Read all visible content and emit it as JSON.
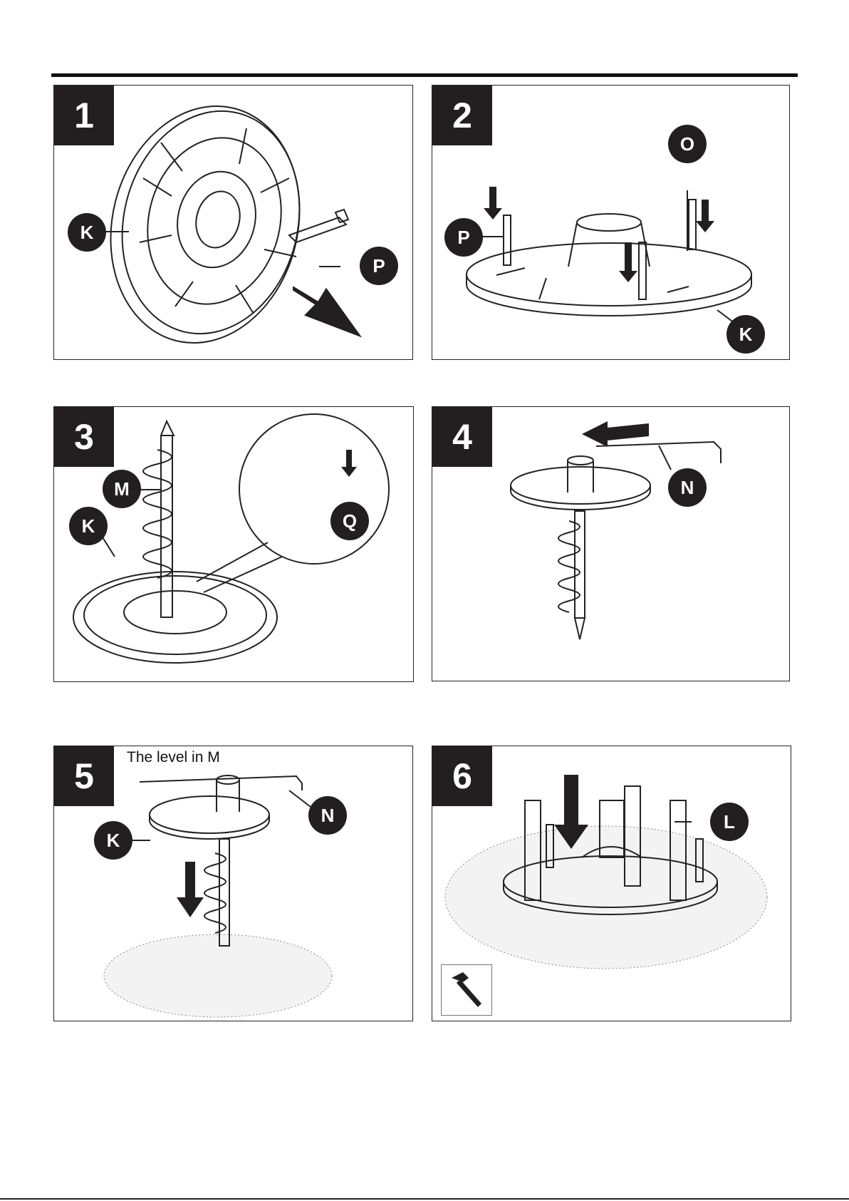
{
  "steps": [
    {
      "number": "1",
      "callouts": [
        "K",
        "P"
      ]
    },
    {
      "number": "2",
      "callouts": [
        "O",
        "P",
        "K"
      ]
    },
    {
      "number": "3",
      "callouts": [
        "M",
        "K",
        "Q"
      ]
    },
    {
      "number": "4",
      "callouts": [
        "N"
      ]
    },
    {
      "number": "5",
      "callouts": [
        "N",
        "K"
      ],
      "annotation": "The level in M"
    },
    {
      "number": "6",
      "callouts": [
        "L"
      ],
      "tool_icon": "hammer-icon"
    }
  ],
  "colors": {
    "ink": "#231f20",
    "line": "#222222"
  }
}
